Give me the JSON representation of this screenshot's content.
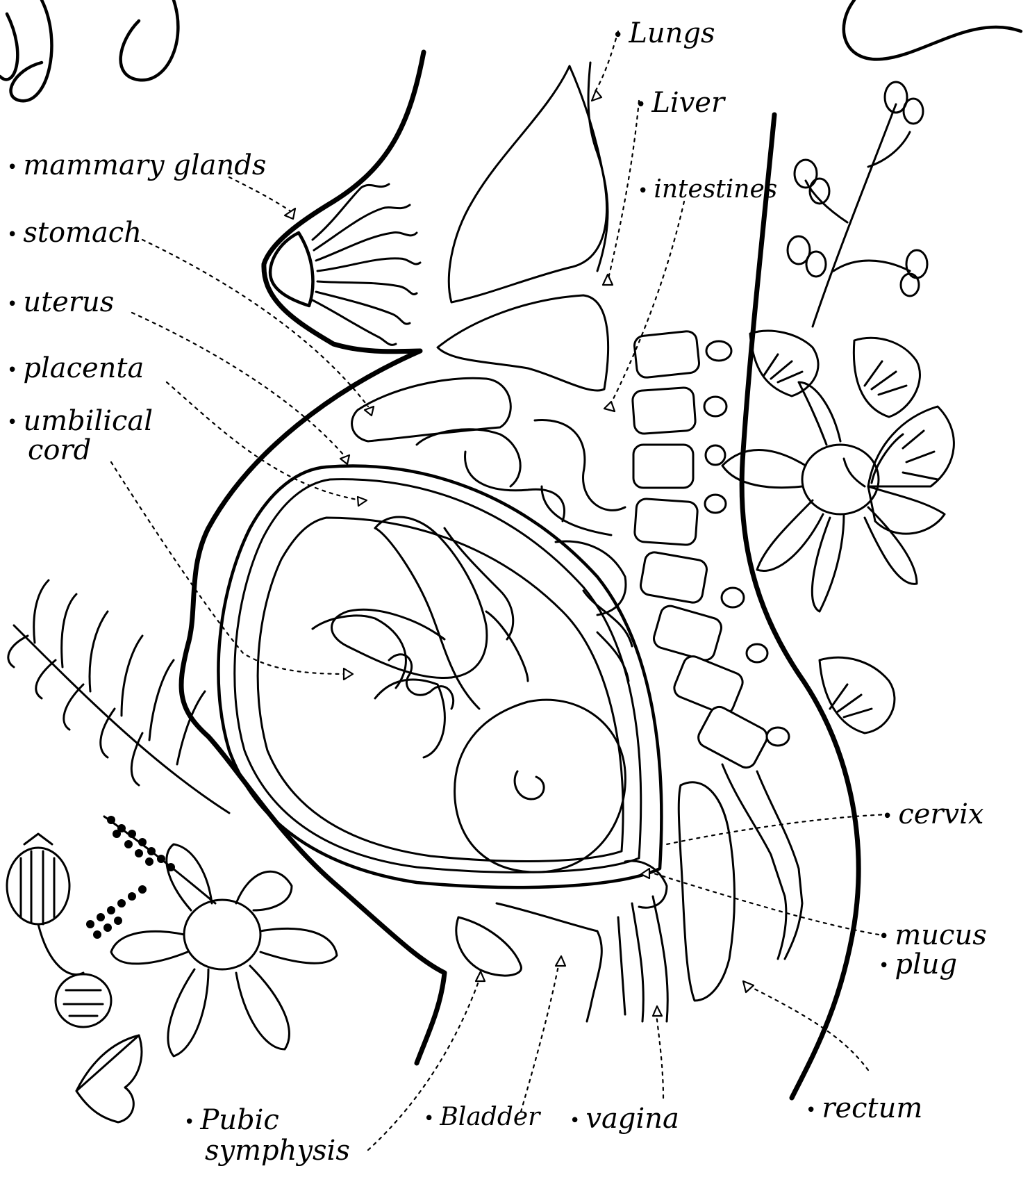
{
  "labels": {
    "lungs": "Lungs",
    "liver": "Liver",
    "intestines": "intestines",
    "mammary_glands": "mammary glands",
    "stomach": "stomach",
    "uterus": "uterus",
    "placenta": "placenta",
    "umbilical_cord_line1": "umbilical",
    "umbilical_cord_line2": "cord",
    "cervix": "cervix",
    "mucus_plug_line1": "mucus",
    "mucus_plug_line2": "plug",
    "rectum": "rectum",
    "pubic_symphysis_line1": "Pubic",
    "pubic_symphysis_line2": "symphysis",
    "bladder": "Bladder",
    "vagina": "vagina"
  },
  "bullet": "•"
}
